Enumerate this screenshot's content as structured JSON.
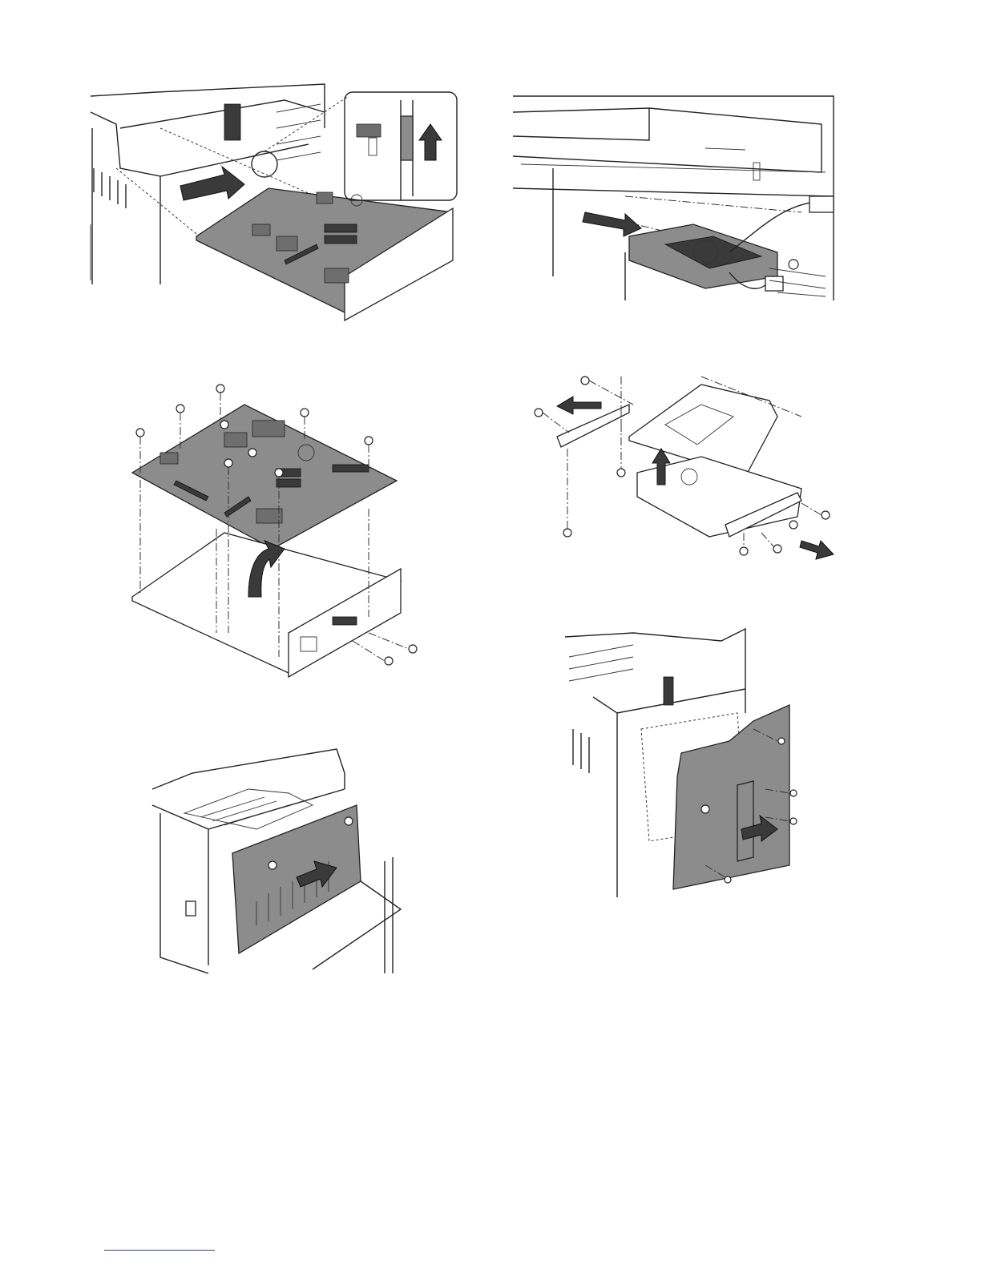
{
  "figures": [
    {
      "id": "board-removal",
      "icon": "control-board-slide-out-illustration"
    },
    {
      "id": "hdd-unit-removal",
      "icon": "hdd-unit-pull-out-illustration"
    },
    {
      "id": "board-screws",
      "icon": "board-screw-removal-illustration"
    },
    {
      "id": "hdd-bracket",
      "icon": "hdd-bracket-screw-illustration"
    },
    {
      "id": "rear-cover",
      "icon": "rear-cover-removal-illustration"
    },
    {
      "id": "side-cover",
      "icon": "side-cover-removal-illustration"
    }
  ],
  "colors": {
    "line": "#222222",
    "board_fill": "#8c8c8c",
    "arrow_fill": "#3a3a3a",
    "footer_rule": "#2f3e8f"
  }
}
